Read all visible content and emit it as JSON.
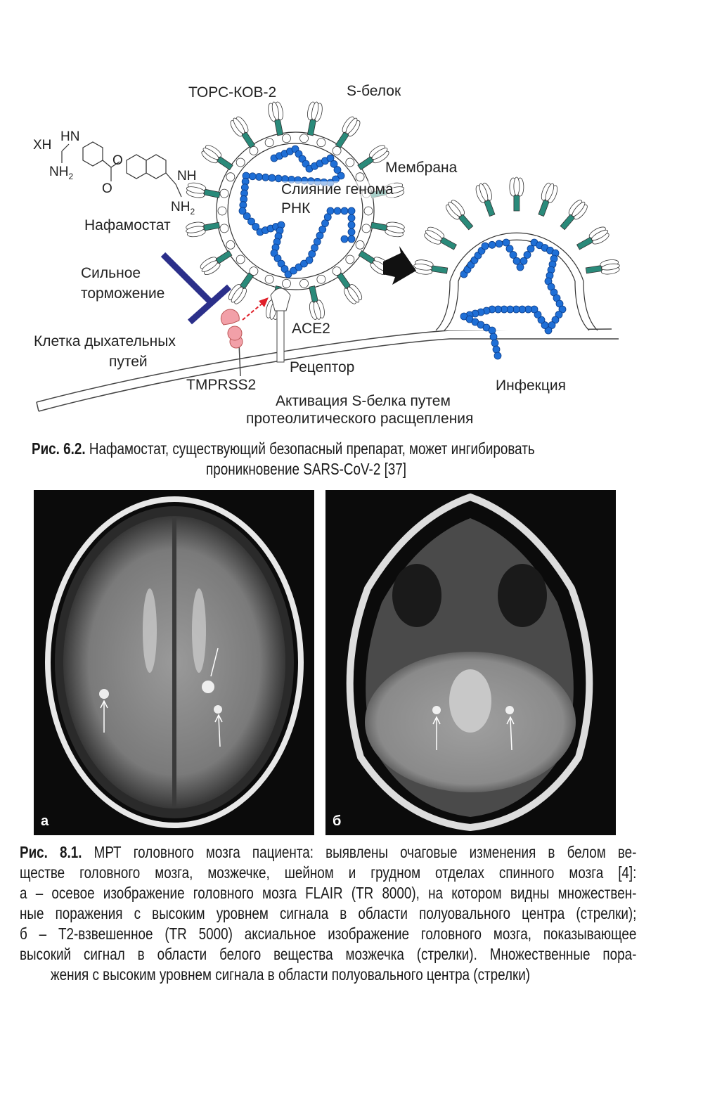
{
  "figure_6_2": {
    "labels": {
      "virus": "ТОРС-КОВ-2",
      "s_protein": "S-белок",
      "membrane": "Мембрана",
      "genome_fusion": "Слияние генома",
      "rna": "РНК",
      "drug": "Нафамостат",
      "inhibition_line1": "Сильное",
      "inhibition_line2": "торможение",
      "cell_line1": "Клетка дыхательных",
      "cell_line2": "путей",
      "ace2": "ACE2",
      "receptor": "Рецептор",
      "tmprss2": "TMPRSS2",
      "infection": "Инфекция",
      "activation_line1": "Активация S-белка путем",
      "activation_line2": "протеолитического расщепления"
    },
    "chem": {
      "xh": "XH",
      "hn": "HN",
      "nh2_a": "NH",
      "sub2": "2",
      "o1": "O",
      "o2": "O",
      "nh": "NH",
      "nh2_b": "NH"
    },
    "colors": {
      "rna": "#1f6fd6",
      "spike_stalk": "#2a8a7a",
      "inhibitor": "#2b2f8a",
      "tmprss2": "#f2a0a8",
      "activation_arrow": "#e0202a"
    },
    "caption": {
      "prefix": "Рис. 6.2.",
      "line1": " Нафамостат, существующий безопасный препарат, может ингибировать",
      "line2": "проникновение SARS-CoV-2 [37]"
    }
  },
  "figure_8_1": {
    "panels": [
      {
        "letter": "а"
      },
      {
        "letter": "б"
      }
    ],
    "caption": {
      "prefix": "Рис. 8.1.",
      "lines": [
        " МРТ головного мозга пациента: выявлены очаговые изменения в белом ве-",
        "ществе головного мозга, мозжечке, шейном и грудном отделах спинного мозга [4]:",
        "а – осевое изображение головного мозга FLAIR (TR 8000), на котором видны множествен-",
        "ные поражения с высоким уровнем сигнала в области полуовального центра (стрелки);",
        "б – Т2-взвешенное (TR 5000) аксиальное изображение головного мозга, показывающее",
        "высокий сигнал в области белого вещества мозжечка (стрелки). Множественные пора-",
        "жения с высоким уровнем сигнала в области полуовального центра (стрелки)"
      ]
    }
  }
}
